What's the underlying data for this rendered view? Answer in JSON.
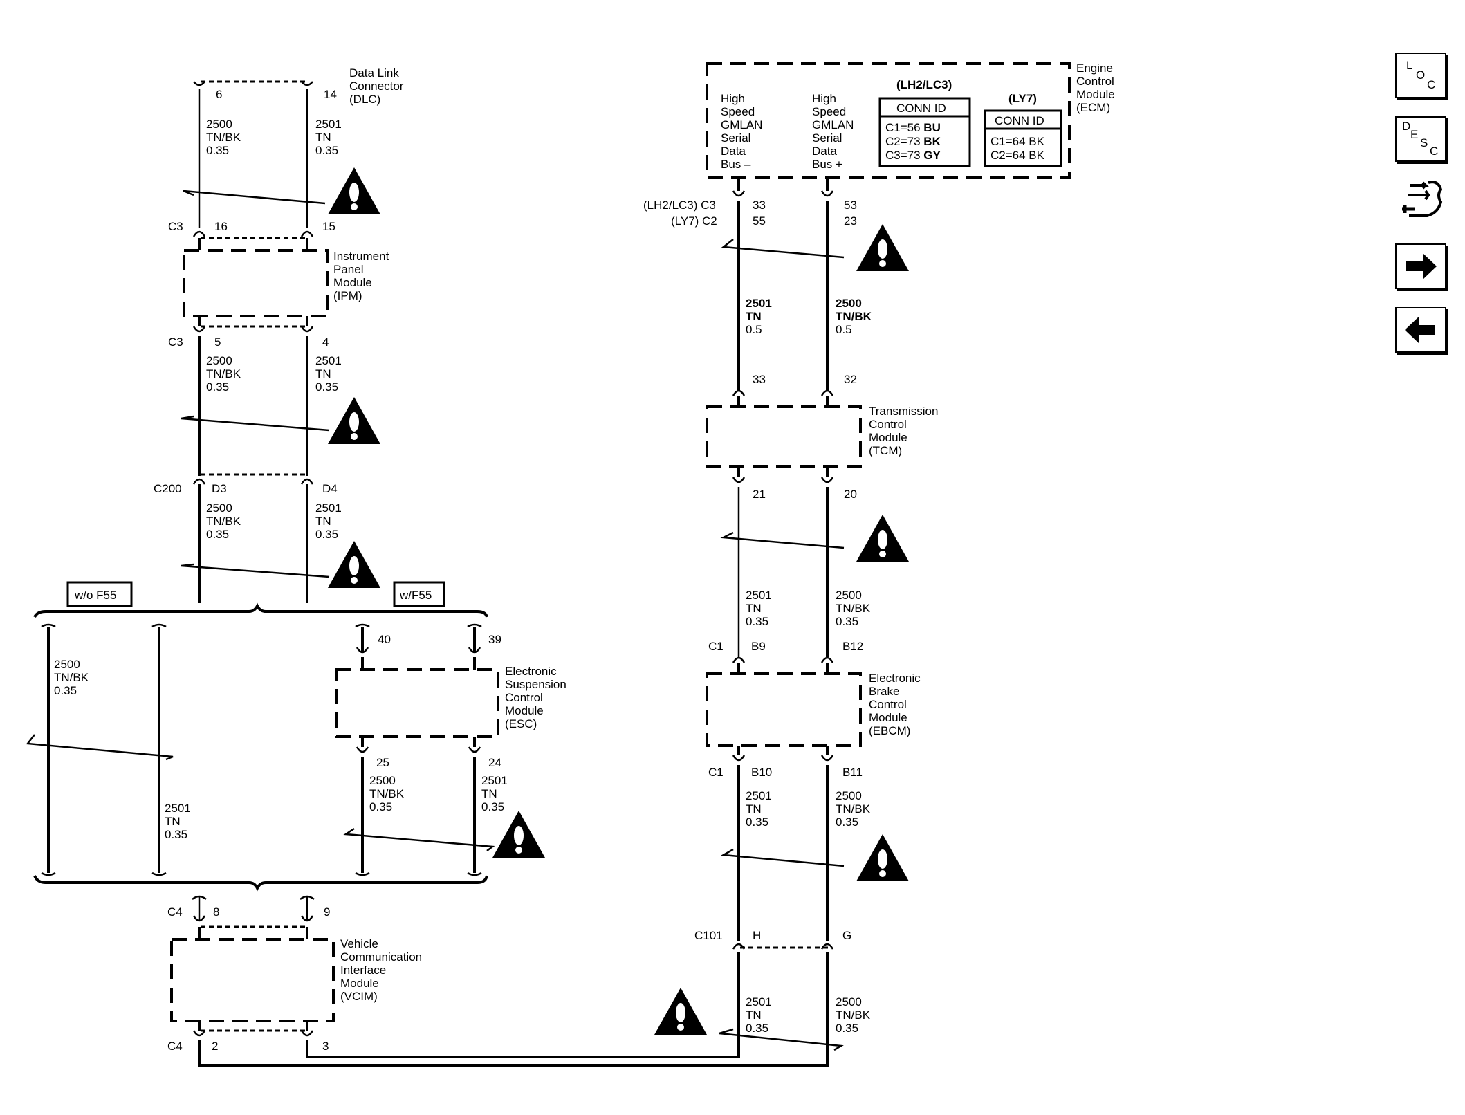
{
  "sidebar": {
    "loc": {
      "l1": "L",
      "l2": "O",
      "l3": "C"
    },
    "desc": {
      "l1": "D",
      "l2": "E",
      "l3": "S",
      "l4": "C"
    },
    "buttons": [
      "loc-icon",
      "desc-icon",
      "schematic-icon",
      "next-arrow-icon",
      "prev-arrow-icon"
    ]
  },
  "dlc": {
    "name": [
      "Data Link",
      "Connector",
      "(DLC)"
    ],
    "pin_left": "6",
    "pin_right": "14"
  },
  "wires": {
    "w2500_tnbk_035": [
      "2500",
      "TN/BK",
      "0.35"
    ],
    "w2501_tn_035": [
      "2501",
      "TN",
      "0.35"
    ],
    "w2501_tn_05": [
      "2501",
      "TN",
      "0.5"
    ],
    "w2500_tnbk_05": [
      "2500",
      "TN/BK",
      "0.5"
    ]
  },
  "ipm": {
    "name": [
      "Instrument",
      "Panel",
      "Module",
      "(IPM)"
    ],
    "conn_top": "C3",
    "pin_top_l": "16",
    "pin_top_r": "15",
    "conn_bot": "C3",
    "pin_bot_l": "5",
    "pin_bot_r": "4"
  },
  "c200": {
    "conn": "C200",
    "pin_l": "D3",
    "pin_r": "D4"
  },
  "options": {
    "without": "w/o F55",
    "with": "w/F55"
  },
  "esc": {
    "name": [
      "Electronic",
      "Suspension",
      "Control",
      "Module",
      "(ESC)"
    ],
    "pin_top_l": "40",
    "pin_top_r": "39",
    "pin_bot_l": "25",
    "pin_bot_r": "24"
  },
  "vcim": {
    "name": [
      "Vehicle",
      "Communication",
      "Interface",
      "Module",
      "(VCIM)"
    ],
    "conn_top": "C4",
    "pin_top_l": "8",
    "pin_top_r": "9",
    "conn_bot": "C4",
    "pin_bot_l": "2",
    "pin_bot_r": "3"
  },
  "ecm": {
    "name": [
      "Engine",
      "Control",
      "Module",
      "(ECM)"
    ],
    "bus_minus": [
      "High",
      "Speed",
      "GMLAN",
      "Serial",
      "Data",
      "Bus –"
    ],
    "bus_plus": [
      "High",
      "Speed",
      "GMLAN",
      "Serial",
      "Data",
      "Bus +"
    ],
    "table1_header": "(LH2/LC3)",
    "table1_title": "CONN ID",
    "table1_rows": [
      [
        "C1=56 ",
        "BU"
      ],
      [
        "C2=73 ",
        "BK"
      ],
      [
        "C3=73 ",
        "GY"
      ]
    ],
    "table2_header": "(LY7)",
    "table2_title": "CONN ID",
    "table2_rows": [
      "C1=64 BK",
      "C2=64 BK"
    ],
    "conn_lh2": "(LH2/LC3) C3",
    "conn_ly7": "(LY7) C2",
    "pin_l_lh2": "33",
    "pin_l_ly7": "55",
    "pin_r_lh2": "53",
    "pin_r_ly7": "23"
  },
  "tcm": {
    "name": [
      "Transmission",
      "Control",
      "Module",
      "(TCM)"
    ],
    "pin_top_l": "33",
    "pin_top_r": "32",
    "pin_bot_l": "21",
    "pin_bot_r": "20"
  },
  "ebcm": {
    "name": [
      "Electronic",
      "Brake",
      "Control",
      "Module",
      "(EBCM)"
    ],
    "conn_top": "C1",
    "pin_top_l": "B9",
    "pin_top_r": "B12",
    "conn_bot": "C1",
    "pin_bot_l": "B10",
    "pin_bot_r": "B11"
  },
  "c101": {
    "conn": "C101",
    "pin_l": "H",
    "pin_r": "G"
  }
}
